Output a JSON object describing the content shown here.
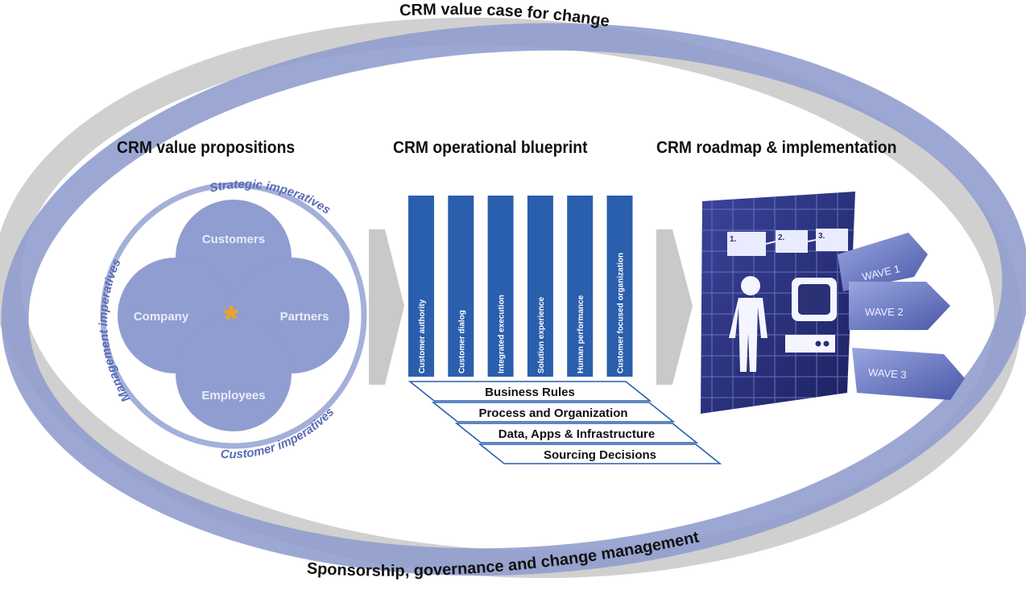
{
  "outer_ring": {
    "top_label": "CRM value case for change",
    "bottom_label": "Sponsorship, governance and change management"
  },
  "sections": {
    "value_propositions": {
      "title": "CRM value propositions",
      "ring_labels": {
        "top": "Strategic imperatives",
        "left": "Management imperatives",
        "bottom": "Customer imperatives"
      },
      "circles": [
        "Customers",
        "Company",
        "Partners",
        "Employees"
      ],
      "center_symbol": "*"
    },
    "operational_blueprint": {
      "title": "CRM operational blueprint",
      "pillars": [
        "Customer authority",
        "Customer dialog",
        "Integrated execution",
        "Solution experience",
        "Human performance",
        "Customer focused organization"
      ],
      "layers": [
        "Business Rules",
        "Process and Organization",
        "Data, Apps & Infrastructure",
        "Sourcing Decisions"
      ]
    },
    "roadmap": {
      "title": "CRM roadmap & implementation",
      "steps": [
        "1.",
        "2.",
        "3."
      ],
      "waves": [
        "WAVE 1",
        "WAVE 2",
        "WAVE 3"
      ]
    }
  },
  "colors": {
    "ring_blue": "#8e9ccd",
    "ring_gray": "#c9c9c9",
    "pillar_blue": "#2a5fae",
    "circle_blue": "#6f7fbd",
    "star_orange": "#f2a21e",
    "panel_dark": "#2b3175"
  }
}
